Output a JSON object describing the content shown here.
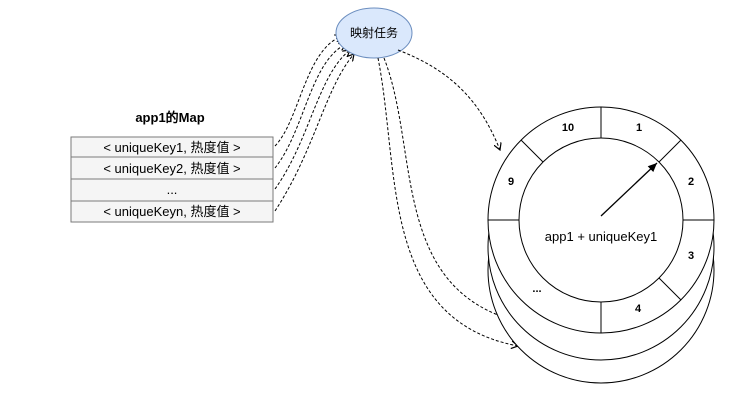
{
  "map": {
    "title": "app1的Map",
    "rows": [
      "< uniqueKey1, 热度值 >",
      "< uniqueKey2, 热度值 >",
      "...",
      "< uniqueKeyn, 热度值 >"
    ]
  },
  "task_node": {
    "label": "映射任务"
  },
  "ring": {
    "segments": [
      "10",
      "1",
      "2",
      "3",
      "4",
      "...",
      "9"
    ],
    "center_label": "app1 + uniqueKey1"
  }
}
